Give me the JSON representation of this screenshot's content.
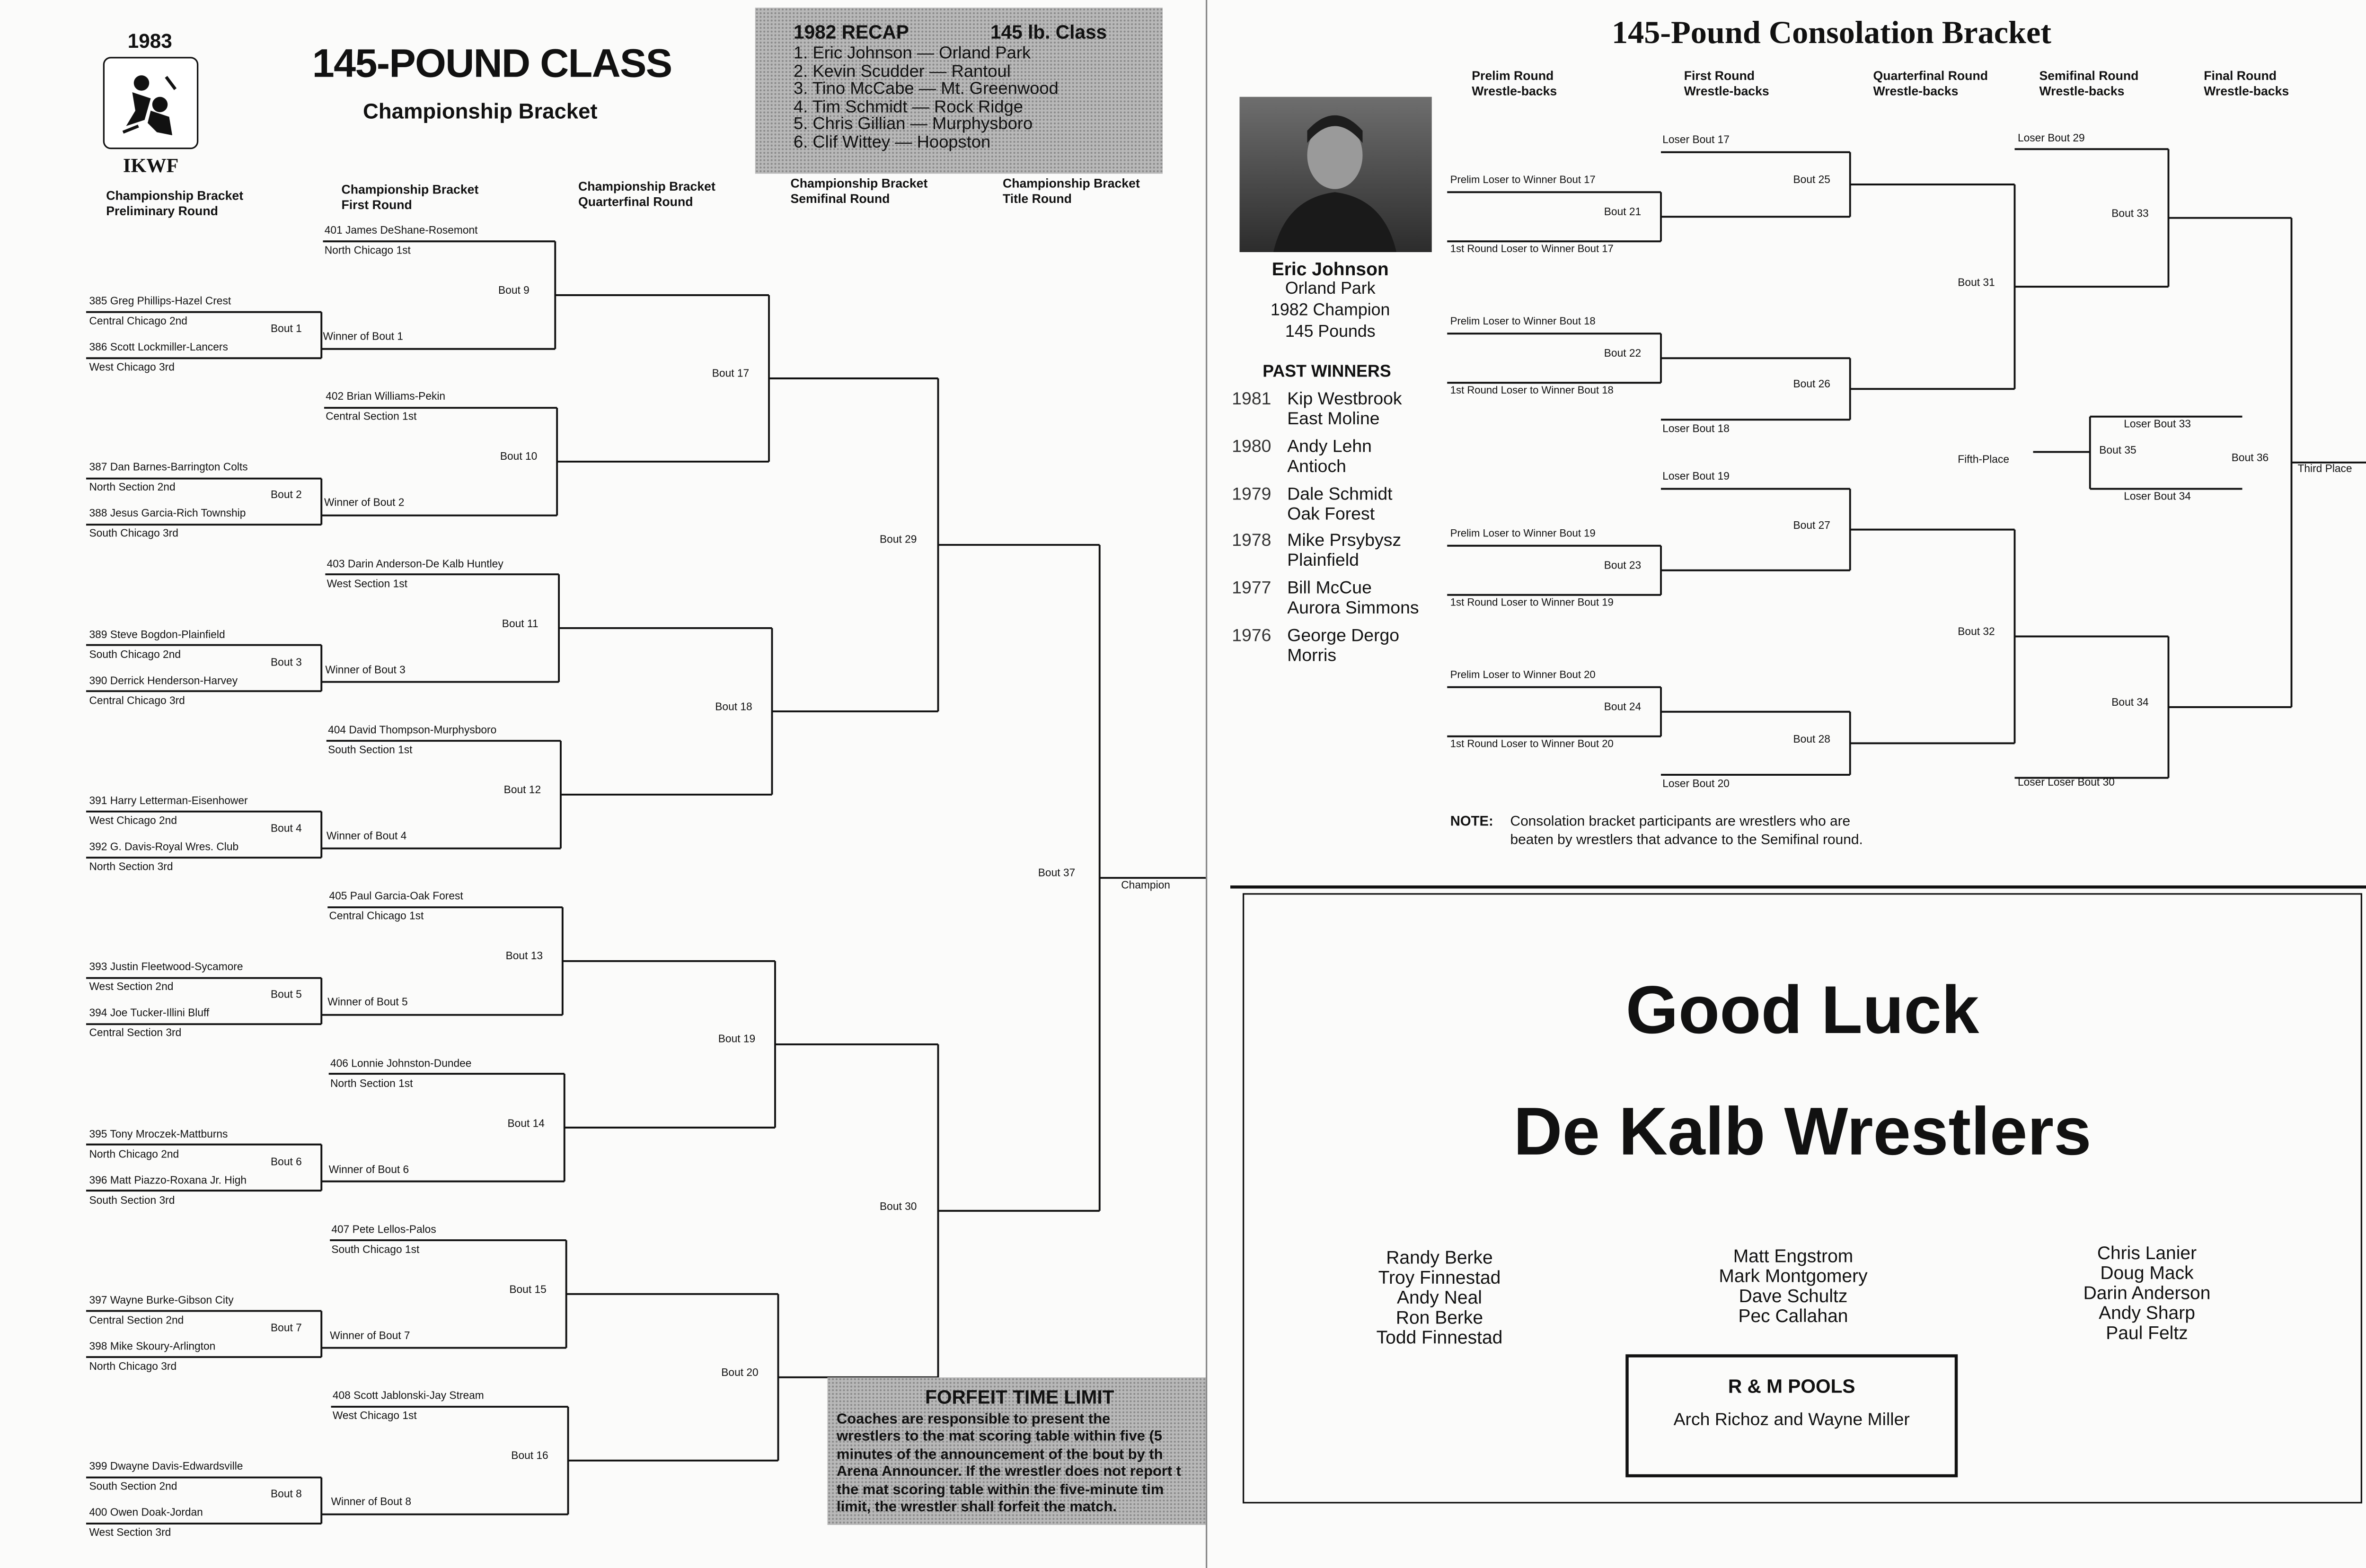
{
  "left_page": {
    "year": "1983",
    "org": "IKWF",
    "title": "145-POUND CLASS",
    "subtitle": "Championship Bracket",
    "recap": {
      "heading": "1982 RECAP",
      "class": "145 lb. Class",
      "items": [
        "1. Eric Johnson — Orland Park",
        "2. Kevin Scudder — Rantoul",
        "3. Tino McCabe — Mt. Greenwood",
        "4. Tim Schmidt — Rock Ridge",
        "5. Chris Gillian — Murphysboro",
        "6. Clif Wittey — Hoopston"
      ]
    },
    "round_headers": [
      "Championship Bracket\nPreliminary Round",
      "Championship Bracket\nFirst Round",
      "Championship Bracket\nQuarterfinal Round",
      "Championship Bracket\nSemifinal Round",
      "Championship Bracket\nTitle Round"
    ],
    "blocks": [
      {
        "fr_name": "401 James DeShane-Rosemont",
        "fr_sec": "North Chicago 1st",
        "p1": "385 Greg Phillips-Hazel Crest",
        "p1s": "Central Chicago 2nd",
        "p2": "386 Scott Lockmiller-Lancers",
        "p2s": "West Chicago 3rd",
        "pb": "Bout 1",
        "w": "Winner of Bout 1",
        "b": "Bout 9"
      },
      {
        "fr_name": "402 Brian Williams-Pekin",
        "fr_sec": "Central Section 1st",
        "p1": "387 Dan Barnes-Barrington Colts",
        "p1s": "North Section 2nd",
        "p2": "388 Jesus Garcia-Rich Township",
        "p2s": "South Chicago 3rd",
        "pb": "Bout 2",
        "w": "Winner of Bout 2",
        "b": "Bout 10"
      },
      {
        "fr_name": "403 Darin Anderson-De Kalb Huntley",
        "fr_sec": "West Section 1st",
        "p1": "389 Steve Bogdon-Plainfield",
        "p1s": "South Chicago 2nd",
        "p2": "390 Derrick Henderson-Harvey",
        "p2s": "Central Chicago 3rd",
        "pb": "Bout 3",
        "w": "Winner of Bout 3",
        "b": "Bout 11"
      },
      {
        "fr_name": "404 David Thompson-Murphysboro",
        "fr_sec": "South Section 1st",
        "p1": "391 Harry Letterman-Eisenhower",
        "p1s": "West Chicago 2nd",
        "p2": "392 G. Davis-Royal Wres. Club",
        "p2s": "North Section 3rd",
        "pb": "Bout 4",
        "w": "Winner of Bout 4",
        "b": "Bout 12"
      },
      {
        "fr_name": "405 Paul Garcia-Oak Forest",
        "fr_sec": "Central Chicago 1st",
        "p1": "393 Justin Fleetwood-Sycamore",
        "p1s": "West Section 2nd",
        "p2": "394 Joe Tucker-Illini Bluff",
        "p2s": "Central Section 3rd",
        "pb": "Bout 5",
        "w": "Winner of Bout 5",
        "b": "Bout 13"
      },
      {
        "fr_name": "406 Lonnie Johnston-Dundee",
        "fr_sec": "North Section 1st",
        "p1": "395 Tony Mroczek-Mattburns",
        "p1s": "North Chicago 2nd",
        "p2": "396 Matt Piazzo-Roxana Jr. High",
        "p2s": "South Section 3rd",
        "pb": "Bout 6",
        "w": "Winner of Bout 6",
        "b": "Bout 14"
      },
      {
        "fr_name": "407 Pete Lellos-Palos",
        "fr_sec": "South Chicago 1st",
        "p1": "397 Wayne Burke-Gibson City",
        "p1s": "Central Section 2nd",
        "p2": "398 Mike Skoury-Arlington",
        "p2s": "North Chicago 3rd",
        "pb": "Bout 7",
        "w": "Winner of Bout 7",
        "b": "Bout 15"
      },
      {
        "fr_name": "408 Scott Jablonski-Jay Stream",
        "fr_sec": "West Chicago 1st",
        "p1": "399 Dwayne Davis-Edwardsville",
        "p1s": "South Section 2nd",
        "p2": "400 Owen Doak-Jordan",
        "p2s": "West Section 3rd",
        "pb": "Bout 8",
        "w": "Winner of Bout 8",
        "b": "Bout 16"
      }
    ],
    "qf": [
      "Bout 17",
      "Bout 18",
      "Bout 19",
      "Bout 20"
    ],
    "sf": [
      "Bout 29",
      "Bout 30"
    ],
    "final": "Bout 37",
    "champion": "Champion",
    "forfeit": {
      "title": "FORFEIT TIME LIMIT",
      "lines": [
        "Coaches are responsible to present the",
        "wrestlers to the mat scoring table within five (5",
        "minutes of the announcement of the bout by th",
        "Arena Announcer. If the wrestler does not report t",
        "the mat scoring table within the five-minute tim",
        "limit, the wrestler shall forfeit the match."
      ]
    }
  },
  "right_page": {
    "title": "145-Pound Consolation Bracket",
    "round_headers": [
      "Prelim Round\nWrestle-backs",
      "First Round\nWrestle-backs",
      "Quarterfinal Round\nWrestle-backs",
      "Semifinal Round\nWrestle-backs",
      "Final Round\nWrestle-backs"
    ],
    "champ": {
      "name": "Eric Johnson",
      "town": "Orland Park",
      "line2": "1982 Champion",
      "line3": "145 Pounds"
    },
    "past_winners_title": "PAST WINNERS",
    "past_winners": [
      {
        "year": "1981",
        "name": "Kip Westbrook",
        "town": "East Moline"
      },
      {
        "year": "1980",
        "name": "Andy Lehn",
        "town": "Antioch"
      },
      {
        "year": "1979",
        "name": "Dale Schmidt",
        "town": "Oak Forest"
      },
      {
        "year": "1978",
        "name": "Mike Prsybysz",
        "town": "Plainfield"
      },
      {
        "year": "1977",
        "name": "Bill McCue",
        "town": "Aurora Simmons"
      },
      {
        "year": "1976",
        "name": "George Dergo",
        "town": "Morris"
      }
    ],
    "cons_groups": [
      {
        "a": "Prelim Loser to Winner Bout 17",
        "ab": "Bout 21",
        "c": "1st Round Loser to Winner Bout 17",
        "lb": "Loser Bout 17",
        "fb": "Bout 25"
      },
      {
        "a": "Prelim Loser to Winner Bout 18",
        "ab": "Bout 22",
        "c": "1st Round Loser to Winner Bout 18",
        "lb": "Loser Bout 18",
        "fb": "Bout 26"
      },
      {
        "a": "Prelim Loser to Winner Bout 19",
        "ab": "Bout 23",
        "c": "1st Round Loser to Winner Bout 19",
        "lb": "Loser Bout 19",
        "fb": "Bout 27"
      },
      {
        "a": "Prelim Loser to Winner Bout 20",
        "ab": "Bout 24",
        "c": "1st Round Loser to Winner Bout 20",
        "lb": "Loser Bout 20",
        "fb": "Bout 28"
      }
    ],
    "qf": [
      "Bout 31",
      "Bout 32"
    ],
    "sf": {
      "top_loser": "Loser Bout 29",
      "top_bout": "Bout 33",
      "bot_loser": "Loser Loser Bout 30",
      "bot_bout": "Bout 34"
    },
    "fifth": {
      "fifth": "Fifth-Place",
      "b35": "Bout 35",
      "l33": "Loser Bout 33",
      "l34": "Loser Bout 34",
      "b36": "Bout 36",
      "third": "Third Place"
    },
    "note_label": "NOTE:",
    "note_lines": [
      "Consolation bracket participants are wrestlers who are",
      "beaten by wrestlers that advance to the Semifinal round."
    ],
    "ad": {
      "line1": "Good Luck",
      "line2": "De Kalb Wrestlers",
      "col1": [
        "Randy Berke",
        "Troy Finnestad",
        "Andy Neal",
        "Ron Berke",
        "Todd Finnestad"
      ],
      "col2": [
        "Matt Engstrom",
        "Mark Montgomery",
        "Dave Schultz",
        "Pec Callahan"
      ],
      "col3": [
        "Chris Lanier",
        "Doug Mack",
        "Darin Anderson",
        "Andy Sharp",
        "Paul Feltz"
      ],
      "sponsor": "R & M POOLS",
      "sponsor_sub": "Arch Richoz and Wayne Miller"
    }
  }
}
